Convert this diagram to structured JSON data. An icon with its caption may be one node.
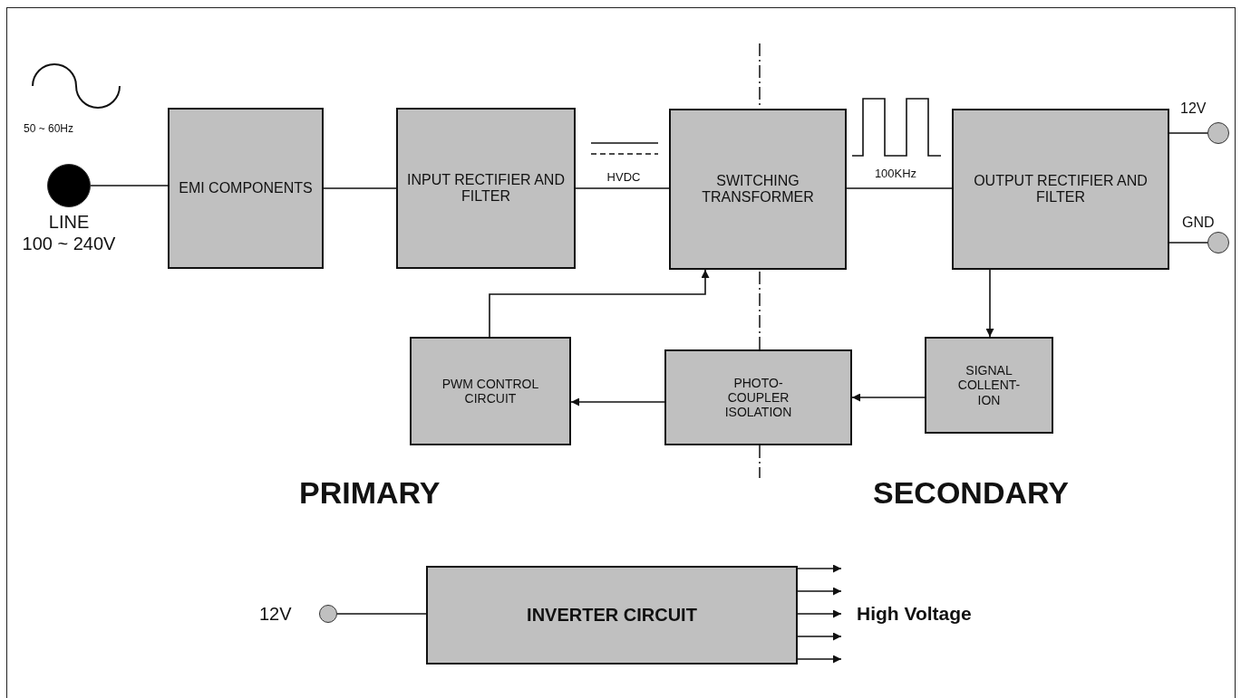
{
  "diagram": {
    "nodes": [
      {
        "text": [],
        "shape": "circle",
        "beside": [
          "LINE",
          "100 ~ 240V"
        ]
      },
      {
        "text": [
          "EMI COMPONENTS"
        ]
      },
      {
        "text": [
          "INPUT RECTIFIER AND FILTER"
        ]
      },
      {
        "text": [
          "SWITCHING TRANSFORMER"
        ]
      },
      {
        "text": [
          "OUTPUT RECTIFIER AND FILTER"
        ]
      },
      {
        "text": [],
        "shape": "circle",
        "beside": [
          "12V"
        ]
      },
      {
        "text": [],
        "shape": "circle",
        "beside": [
          "GND"
        ]
      },
      {
        "text": [
          "PWM CONTROL CIRCUIT"
        ]
      },
      {
        "text": [
          "PHOTO- COUPLER ISOLATION"
        ]
      },
      {
        "text": [
          "SIGNAL COLLENT- ION"
        ]
      },
      {
        "text": [],
        "shape": "circle",
        "beside": [
          "12V"
        ]
      },
      {
        "text": [
          "INVERTER CIRCUIT"
        ]
      },
      {
        "text": [
          "High Voltage"
        ]
      }
    ],
    "edges": [
      {
        "from": 0,
        "to": 1,
        "arrow": "none"
      },
      {
        "from": 1,
        "to": 2,
        "arrow": "none"
      },
      {
        "from": 2,
        "to": 3,
        "arrow": "none",
        "label": "HVDC"
      },
      {
        "from": 3,
        "to": 4,
        "arrow": "none",
        "label": "100KHz"
      },
      {
        "from": 4,
        "to": 5,
        "arrow": "none"
      },
      {
        "from": 4,
        "to": 6,
        "arrow": "none"
      },
      {
        "from": 4,
        "to": 9,
        "arrow": "to"
      },
      {
        "from": 9,
        "to": 8,
        "arrow": "to"
      },
      {
        "from": 8,
        "to": 7,
        "arrow": "to"
      },
      {
        "from": 7,
        "to": 3,
        "arrow": "to"
      },
      {
        "from": 10,
        "to": 11,
        "arrow": "none"
      },
      {
        "from": 11,
        "to": 12,
        "arrow": "to"
      },
      {
        "from": 11,
        "to": 12,
        "arrow": "to"
      },
      {
        "from": 11,
        "to": 12,
        "arrow": "to"
      },
      {
        "from": 11,
        "to": 12,
        "arrow": "to"
      },
      {
        "from": 11,
        "to": 12,
        "arrow": "to"
      }
    ],
    "labels": [
      "50 ~ 60Hz",
      "PRIMARY",
      "SECONDARY"
    ]
  }
}
